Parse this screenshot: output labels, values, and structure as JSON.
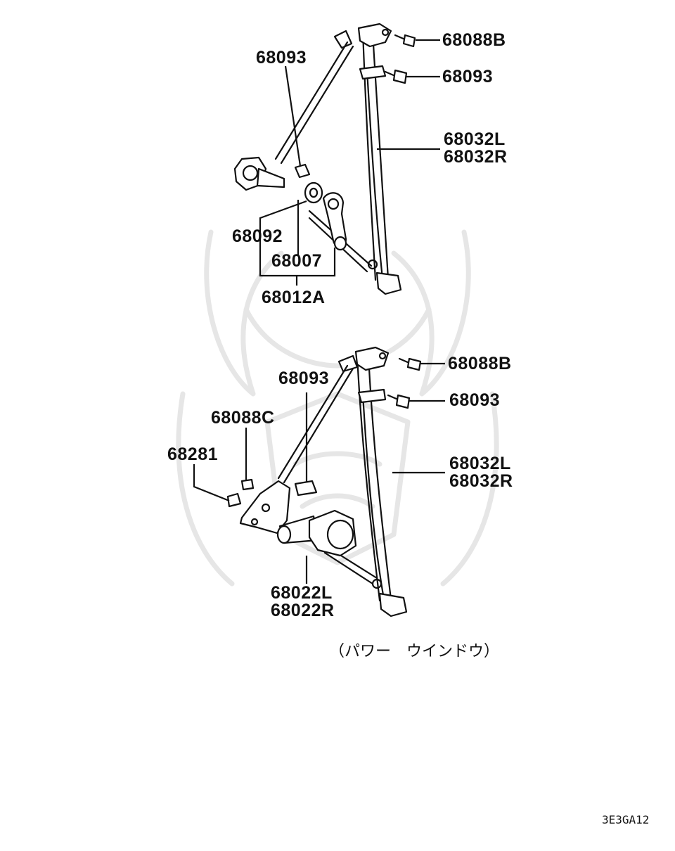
{
  "diagram": {
    "upper_assembly": {
      "labels": {
        "bolt_top": "68088B",
        "bolt_upper_right": "68093",
        "bolt_left": "68093",
        "regulator_rail_l": "68032L",
        "regulator_rail_r": "68032R",
        "bracket": "68092",
        "handle": "68007",
        "handle_set": "68012A"
      }
    },
    "lower_assembly": {
      "labels": {
        "bolt_top": "68088B",
        "bolt_upper_right": "68093",
        "bolt_center": "68093",
        "bolt_left": "68088C",
        "clip": "68281",
        "rail_l": "68032L",
        "rail_r": "68032R",
        "motor_l": "68022L",
        "motor_r": "68022R"
      },
      "caption": "（パワー　ウインドウ）"
    },
    "figure_code": "3E3GA12"
  }
}
